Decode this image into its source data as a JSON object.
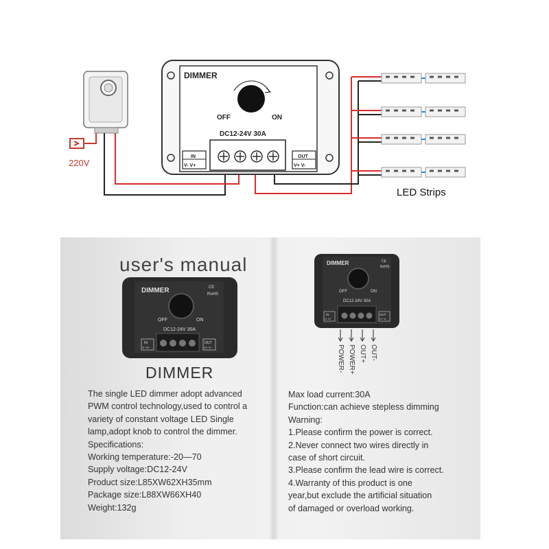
{
  "wiring": {
    "power_label": "220V",
    "led_label": "LED Strips",
    "dimmer": {
      "name": "DIMMER",
      "off": "OFF",
      "on": "ON",
      "spec": "DC12-24V 30A",
      "in_label": "IN",
      "in_terminals": "V- V+",
      "out_label": "OUT",
      "out_terminals": "V+ V-"
    },
    "colors": {
      "red_wire": "#d92b2b",
      "black_wire": "#222222",
      "strip_bg": "#f2f2f2"
    }
  },
  "manual": {
    "title": "user's manual",
    "product_name": "DIMMER",
    "device_name": "DIMMER",
    "device_spec": "DC12-24V 30A",
    "device_off": "OFF",
    "device_on": "ON",
    "device_ce": "CE",
    "device_rohs": "RoHS",
    "device_in": "IN",
    "device_in_terminals": "V- V+",
    "device_out": "OUT",
    "device_out_terminals": "V+ V-",
    "wire_labels": [
      "POWER-",
      "POWER+",
      "OUT+",
      "OUT-"
    ],
    "left_lines": [
      "The single LED dimmer adopt advanced",
      "PWM control technology,used to control a",
      "variety of constant voltage LED Single",
      "lamp,adopt knob to control the dimmer.",
      "Specifications:",
      "Working temperature:-20—70",
      "Supply voltage:DC12-24V",
      "Product size:L85XW62XH35mm",
      "Package size:L88XW66XH40",
      "Weight:132g"
    ],
    "right_lines": [
      "Max load current:30A",
      "Function:can achieve stepless dimming",
      "Warning:",
      "1.Please confirm the power is correct.",
      "2.Never connect  two wires directly in",
      "case of short circuit.",
      "3.Please confirm the lead wire is correct.",
      "4.Warranty of this product is one",
      "year,but exclude the artificial situation",
      "of damaged or overload working."
    ]
  }
}
